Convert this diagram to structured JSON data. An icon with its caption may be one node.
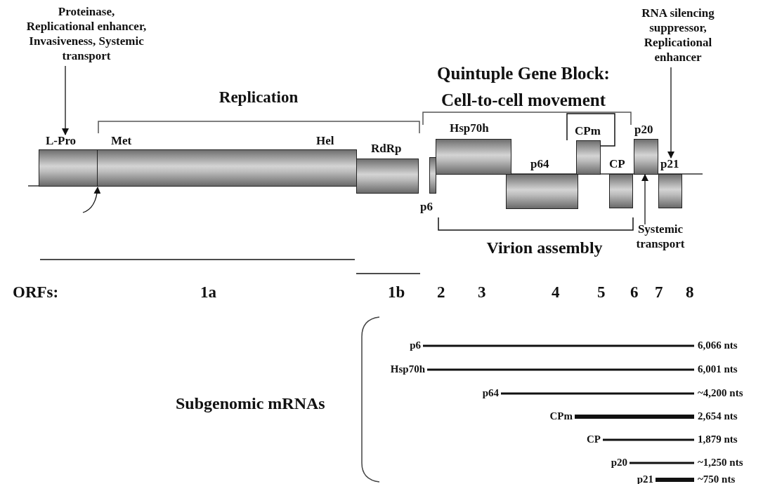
{
  "diagram": {
    "nodes": [
      {
        "text": [
          "Proteinase, Replicational enhancer, Invasiveness, Systemic transport"
        ]
      },
      {
        "text": [
          "RNA silencing suppressor, Replicational enhancer"
        ]
      },
      {
        "text": [
          "L-Pro"
        ]
      },
      {
        "text": [
          "Met",
          "Hel"
        ]
      },
      {
        "text": [
          "RdRp"
        ]
      },
      {
        "text": [
          "Hsp70h"
        ]
      },
      {
        "text": [
          "CPm"
        ]
      },
      {
        "text": [
          "p20"
        ]
      },
      {
        "text": [
          "p6"
        ]
      },
      {
        "text": [
          "p64"
        ]
      },
      {
        "text": [
          "CP"
        ]
      },
      {
        "text": [
          "p21"
        ]
      },
      {
        "text": [
          "Systemic transport"
        ]
      }
    ],
    "edges": [
      {
        "from": 0,
        "to": 2,
        "arrow": "to"
      },
      {
        "from": 1,
        "to": 11,
        "arrow": "to"
      },
      {
        "from": 12,
        "to": 7,
        "arrow": "to"
      },
      {
        "from": null,
        "to": 3,
        "arrow": "to"
      }
    ],
    "labels": [
      "Replication",
      "Quintuple Gene Block: Cell-to-cell movement",
      "Virion assembly",
      "ORFs:",
      "1a",
      "1b",
      "2",
      "3",
      "4",
      "5",
      "6",
      "7",
      "8",
      "Subgenomic mRNAs",
      "p6",
      "6,066 nts",
      "Hsp70h",
      "6,001 nts",
      "p64",
      "~4,200 nts",
      "CPm",
      "2,654 nts",
      "CP",
      "1,879 nts",
      "p20",
      "~1,250 nts",
      "p21",
      "~750 nts"
    ]
  }
}
